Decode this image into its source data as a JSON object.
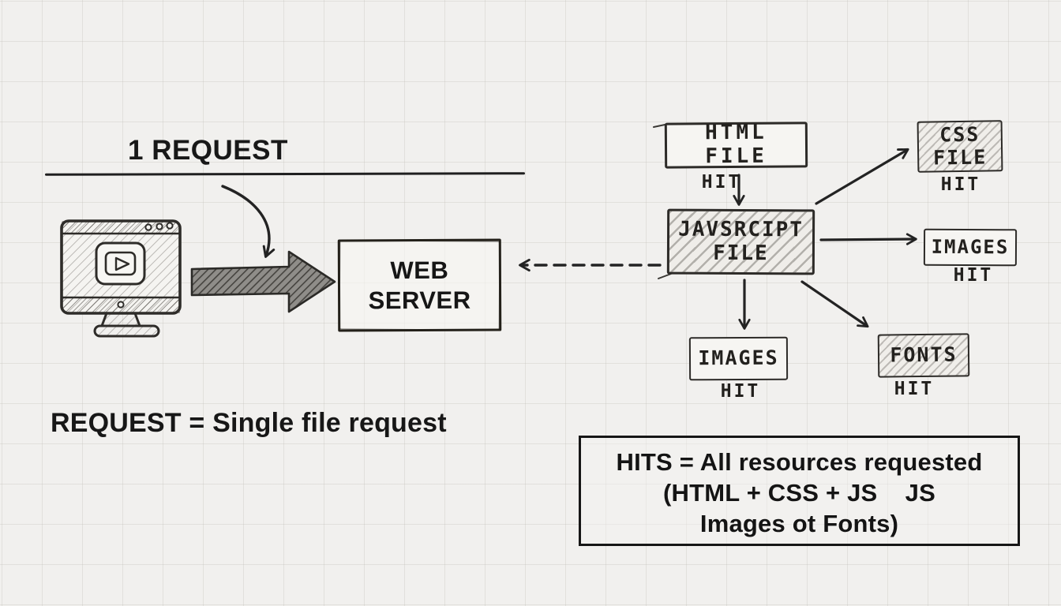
{
  "palette": {
    "background": "#f1f0ee",
    "grid": "#beb9b2",
    "ink": "#232323"
  },
  "left_panel": {
    "title": "1 REQUEST",
    "server_label": "WEB SERVER",
    "caption": "REQUEST = Single file request",
    "monitor_icon": "browser-monitor-with-play-button"
  },
  "flow": {
    "html": {
      "label": "HTML FILE",
      "hit": "HIT"
    },
    "js": {
      "label": "JAVSRCIPT FILE"
    },
    "css": {
      "label": "CSS FILE",
      "hit": "HIT"
    },
    "images_right": {
      "label": "IMAGES",
      "hit": "HIT"
    },
    "images_bottom": {
      "label": "IMAGES",
      "hit": "HIT"
    },
    "fonts": {
      "label": "FONTS",
      "hit": "HIT"
    }
  },
  "hits_note": {
    "line1": "HITS = All resources requested",
    "line2": "(HTML + CSS + JS    JS",
    "line3": "Images ot Fonts)"
  }
}
